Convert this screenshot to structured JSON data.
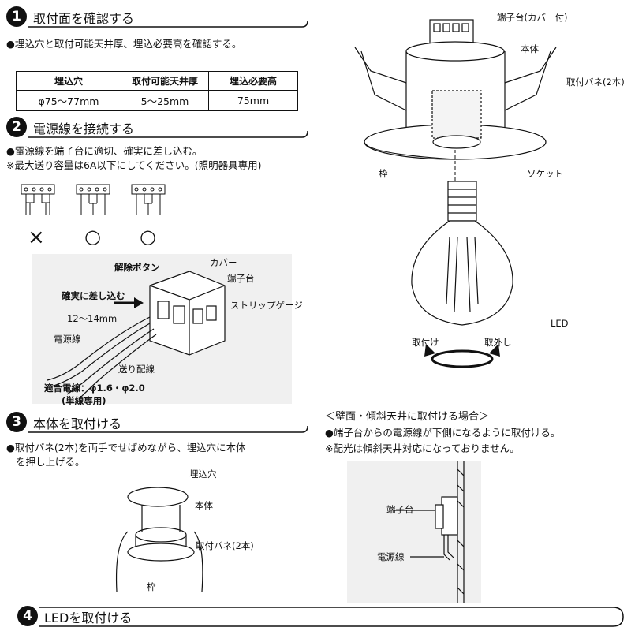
{
  "sections": {
    "s1": {
      "num": "1",
      "title": "取付面を確認する",
      "bullet": "●埋込穴と取付可能天井厚、埋込必要高を確認する。"
    },
    "s2": {
      "num": "2",
      "title": "電源線を接続する",
      "bullet1": "●電源線を端子台に適切、確実に差し込む。",
      "bullet2": "※最大送り容量は6A以下にしてください。(照明器具専用)"
    },
    "s3": {
      "num": "3",
      "title": "本体を取付ける",
      "bullet1": "●取付バネ(2本)を両手でせばめながら、埋込穴に本体",
      "bullet2": "を押し上げる。"
    },
    "s4": {
      "num": "4",
      "title": "LEDを取付ける"
    }
  },
  "table": {
    "headers": [
      "埋込穴",
      "取付可能天井厚",
      "埋込必要高"
    ],
    "row": [
      "φ75〜77mm",
      "5〜25mm",
      "75mm"
    ]
  },
  "wiring": {
    "marks": [
      "×",
      "○",
      "○"
    ]
  },
  "connector": {
    "release_button": "解除ボタン",
    "cover": "カバー",
    "terminal": "端子台",
    "insert": "確実に差し込む",
    "strip_gauge": "ストリップゲージ",
    "length": "12〜14mm",
    "power_wire": "電源線",
    "feed_wire": "送り配線",
    "wire_spec1": "適合電線：φ1.6・φ2.0",
    "wire_spec2": "(単線専用)"
  },
  "fixture": {
    "terminal_cover": "端子台(カバー付)",
    "body": "本体",
    "spring": "取付バネ(2本)",
    "frame": "枠",
    "socket": "ソケット",
    "led": "LED",
    "attach": "取付け",
    "remove": "取外し"
  },
  "wall": {
    "title": "＜壁面・傾斜天井に取付ける場合＞",
    "bullet1": "●端子台からの電源線が下側になるように取付ける。",
    "bullet2": "※配光は傾斜天井対応になっておりません。",
    "terminal": "端子台",
    "power_wire": "電源線"
  },
  "install": {
    "hole": "埋込穴",
    "body": "本体",
    "spring": "取付バネ(2本)",
    "frame": "枠"
  }
}
